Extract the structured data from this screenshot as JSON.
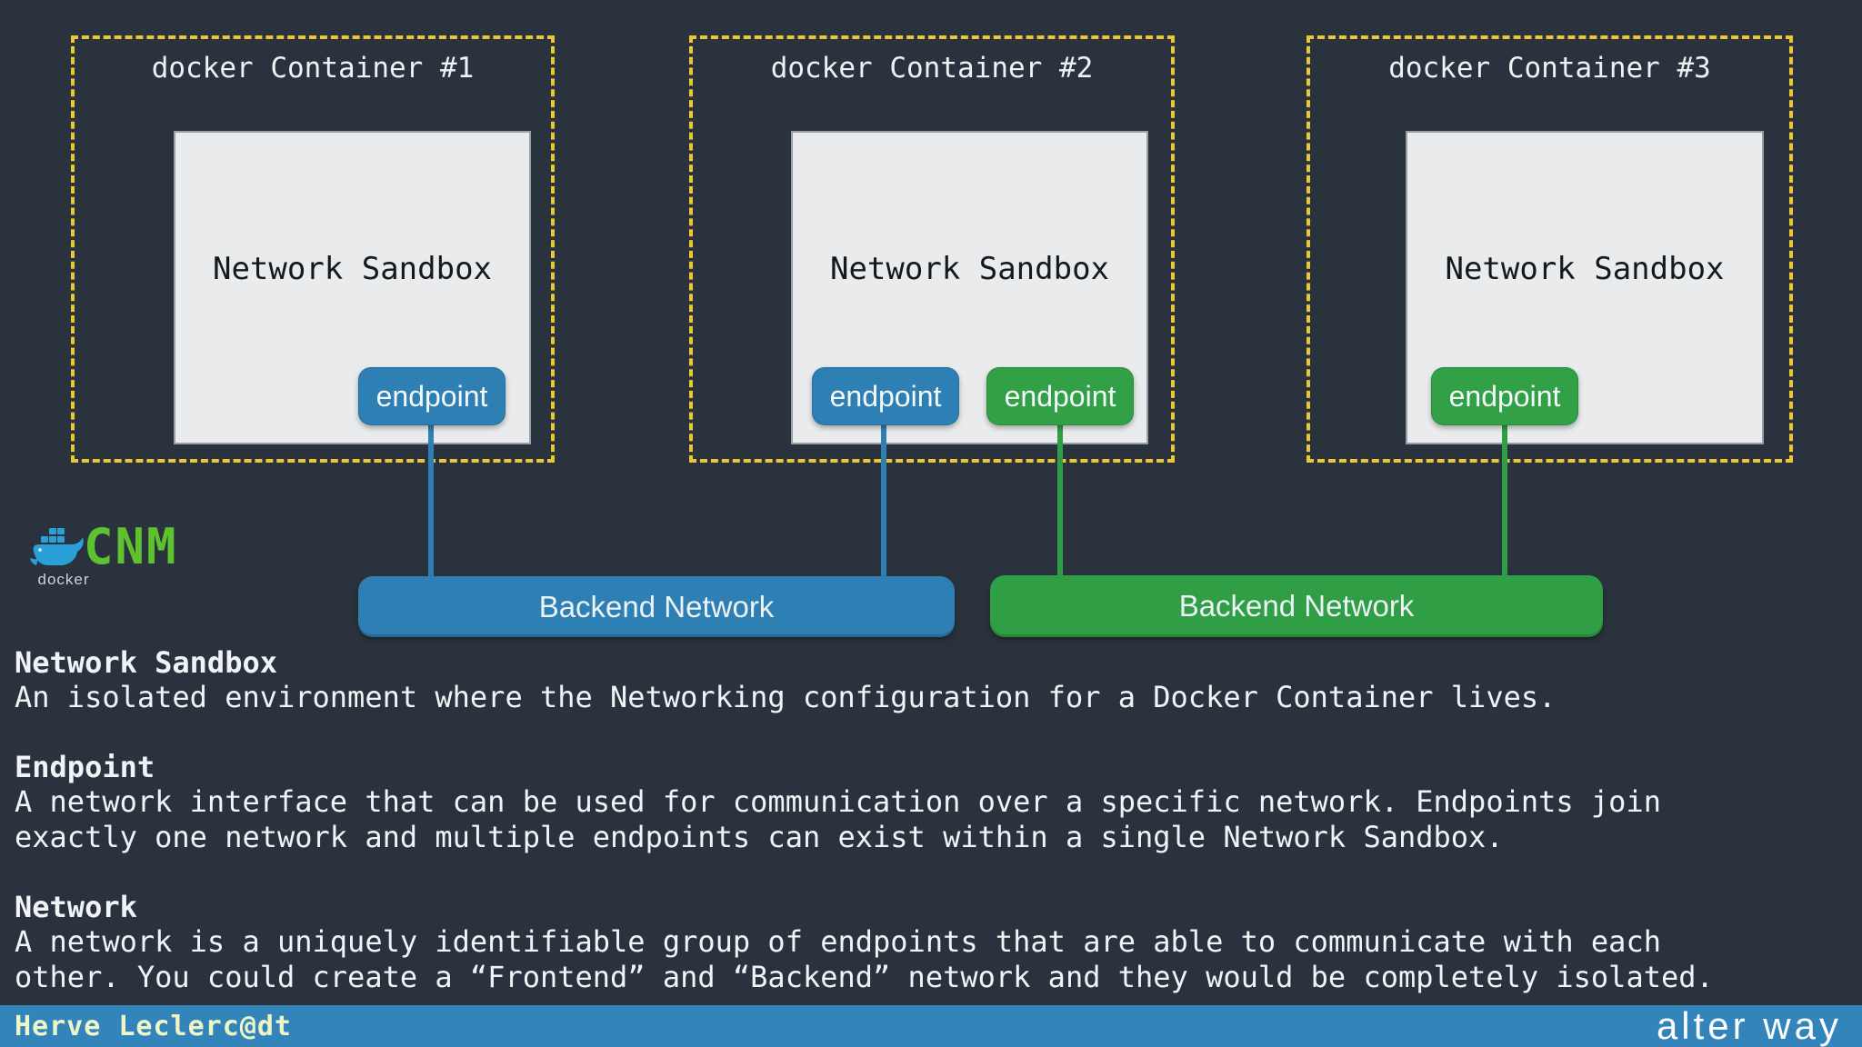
{
  "colors": {
    "background": "#2a333d",
    "container_dash_yellow": "#eac733",
    "sandbox_gray": "#e9ebec",
    "endpoint_blue": "#2e7fb4",
    "endpoint_green": "#31a046",
    "network_blue": "#2e7fb4",
    "network_green": "#2f9e44",
    "cnm_green": "#5ec22f",
    "footer_blue": "#3484bc"
  },
  "containers": [
    {
      "title": "docker Container #1",
      "sandbox_label": "Network Sandbox",
      "endpoints": [
        {
          "label": "endpoint",
          "color": "blue",
          "connects_to": "Backend Network (blue)"
        }
      ]
    },
    {
      "title": "docker Container #2",
      "sandbox_label": "Network Sandbox",
      "endpoints": [
        {
          "label": "endpoint",
          "color": "blue",
          "connects_to": "Backend Network (blue)"
        },
        {
          "label": "endpoint",
          "color": "green",
          "connects_to": "Backend Network (green)"
        }
      ]
    },
    {
      "title": "docker Container #3",
      "sandbox_label": "Network Sandbox",
      "endpoints": [
        {
          "label": "endpoint",
          "color": "green",
          "connects_to": "Backend Network (green)"
        }
      ]
    }
  ],
  "networks": [
    {
      "label": "Backend Network",
      "color": "blue"
    },
    {
      "label": "Backend Network",
      "color": "green"
    }
  ],
  "logo": {
    "brand": "docker",
    "acronym": "CNM",
    "icon": "docker-whale-icon"
  },
  "definitions": [
    {
      "term": "Network Sandbox",
      "description": "An isolated environment where the Networking configuration for a Docker Container lives."
    },
    {
      "term": "Endpoint",
      "description": "A network interface that can be used for communication over a specific network. Endpoints join exactly one network and multiple endpoints can exist within a single Network Sandbox."
    },
    {
      "term": "Network",
      "description": "A network is a uniquely identifiable group of endpoints that are able to communicate with each other. You could create a “Frontend” and “Backend” network and they would be completely isolated."
    }
  ],
  "footer": {
    "author": "Herve Leclerc@dt",
    "company": "alter way"
  }
}
